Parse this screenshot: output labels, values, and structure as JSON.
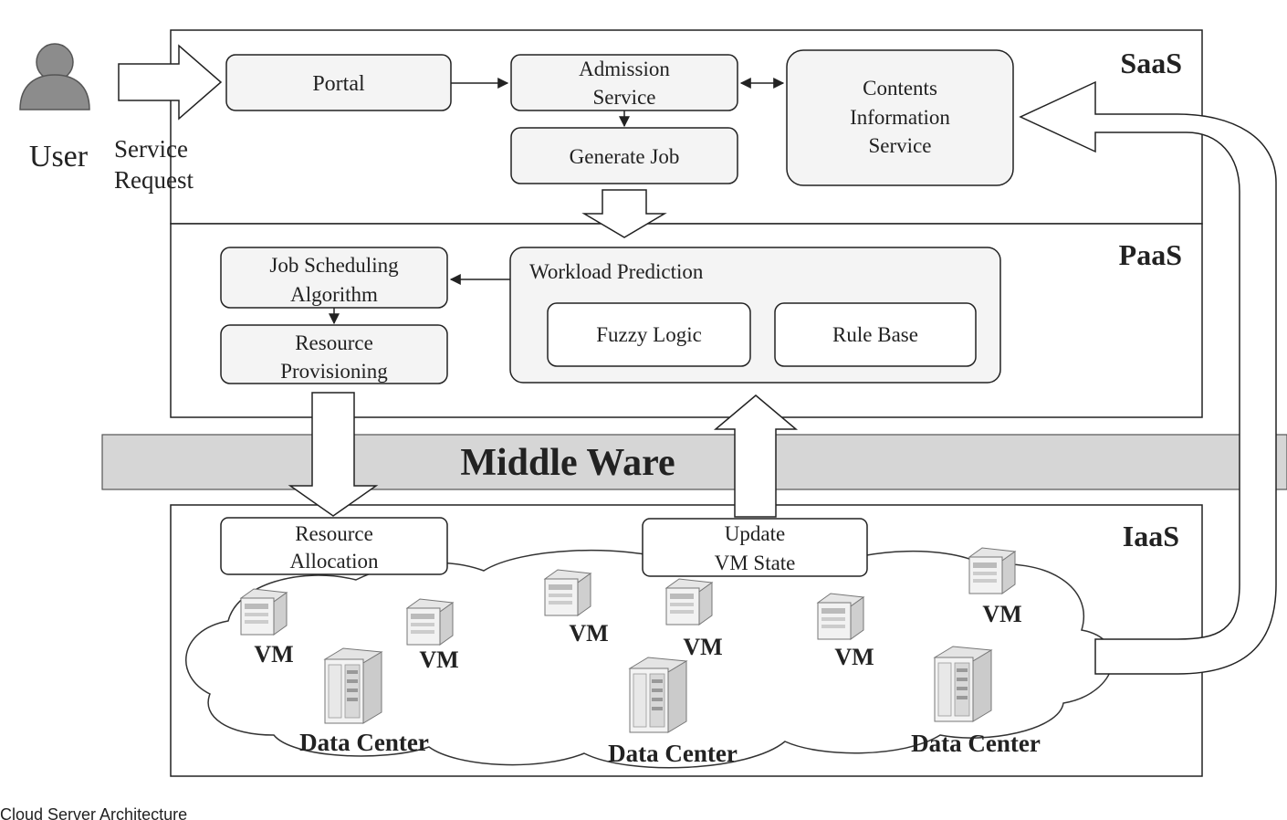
{
  "user": {
    "label": "User",
    "request_line1": "Service",
    "request_line2": "Request"
  },
  "layers": {
    "saas": "SaaS",
    "paas": "PaaS",
    "iaas": "IaaS"
  },
  "saas": {
    "portal": "Portal",
    "admission_line1": "Admission",
    "admission_line2": "Service",
    "generate_job": "Generate Job",
    "contents_line1": "Contents",
    "contents_line2": "Information",
    "contents_line3": "Service"
  },
  "paas": {
    "job_sched_line1": "Job Scheduling",
    "job_sched_line2": "Algorithm",
    "res_prov_line1": "Resource",
    "res_prov_line2": "Provisioning",
    "workload_prediction": "Workload Prediction",
    "fuzzy_logic": "Fuzzy Logic",
    "rule_base": "Rule Base"
  },
  "middleware": "Middle Ware",
  "iaas": {
    "res_alloc_line1": "Resource",
    "res_alloc_line2": "Allocation",
    "update_line1": "Update",
    "update_line2": "VM State",
    "vm_label": "VM",
    "dc_label": "Data Center"
  },
  "caption": "Cloud Server Architecture"
}
